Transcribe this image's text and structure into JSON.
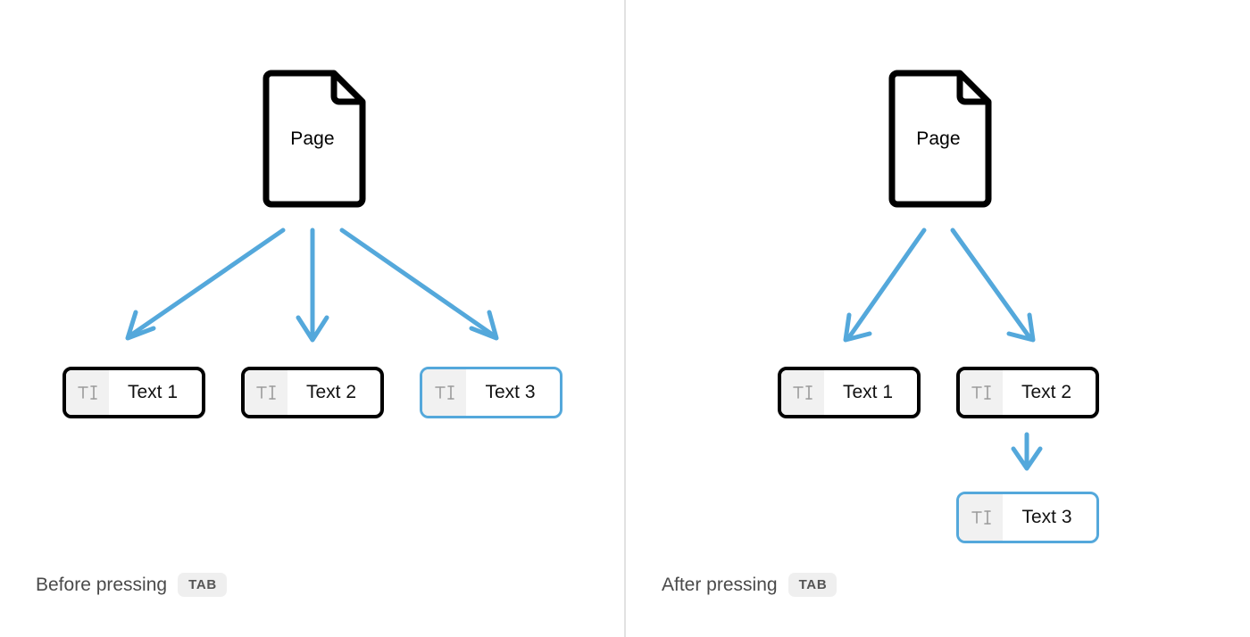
{
  "colors": {
    "arrow_blue": "#54a8db",
    "selected_border": "#54a8db",
    "node_border": "#000000",
    "icon_bg": "#f1f1f1",
    "divider": "#e2e2e2",
    "caption_text": "#4a4a4a",
    "kbd_bg": "#efefef"
  },
  "panels": [
    {
      "id": "before",
      "caption": {
        "text": "Before pressing",
        "key": "TAB"
      },
      "page_node": {
        "label": "Page",
        "icon": "page-document-icon"
      },
      "fields": [
        {
          "label": "Text 1",
          "icon": "text-field-icon",
          "selected": false
        },
        {
          "label": "Text 2",
          "icon": "text-field-icon",
          "selected": false
        },
        {
          "label": "Text 3",
          "icon": "text-field-icon",
          "selected": true
        }
      ]
    },
    {
      "id": "after",
      "caption": {
        "text": "After pressing",
        "key": "TAB"
      },
      "page_node": {
        "label": "Page",
        "icon": "page-document-icon"
      },
      "fields": [
        {
          "label": "Text 1",
          "icon": "text-field-icon",
          "selected": false
        },
        {
          "label": "Text 2",
          "icon": "text-field-icon",
          "selected": false
        },
        {
          "label": "Text 3",
          "icon": "text-field-icon",
          "selected": true
        }
      ]
    }
  ]
}
